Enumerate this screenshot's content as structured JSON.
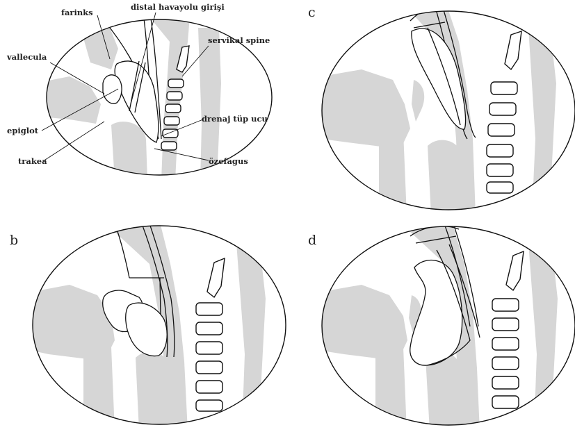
{
  "colors": {
    "tissue": "#d6d6d6",
    "outline": "#111111",
    "background": "#ffffff"
  },
  "panel_letters": {
    "b": "b",
    "c": "c",
    "d": "d"
  },
  "labels": {
    "farinks": "farinks",
    "distal": "distal havayolu girişi",
    "servikal": "servikal spine",
    "vallecula": "vallecula",
    "drenaj": "drenaj tüp ucu",
    "epiglot": "epiglot",
    "trakea": "trakea",
    "ozefagus": "özefagus"
  }
}
